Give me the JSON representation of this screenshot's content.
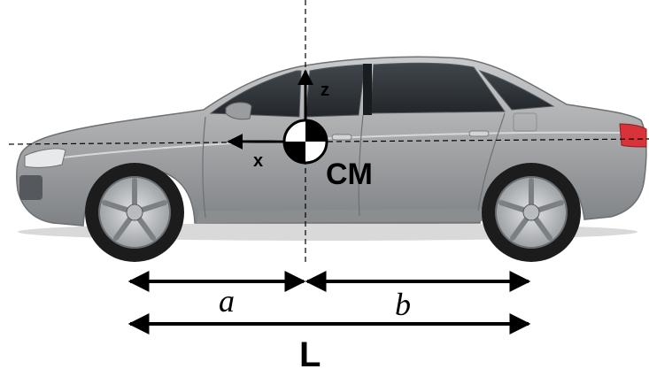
{
  "diagram": {
    "axis_z_label": "z",
    "axis_x_label": "x",
    "center_of_mass_label": "CM",
    "front_distance_label": "a",
    "rear_distance_label": "b",
    "wheelbase_label": "L"
  },
  "colors": {
    "body": "#a9abad",
    "body_dark": "#7f8285",
    "glass": "#2b2f33",
    "tire": "#1c1c1c",
    "rim": "#c8cacc",
    "tail_light": "#d8323a",
    "ink": "#000000"
  }
}
